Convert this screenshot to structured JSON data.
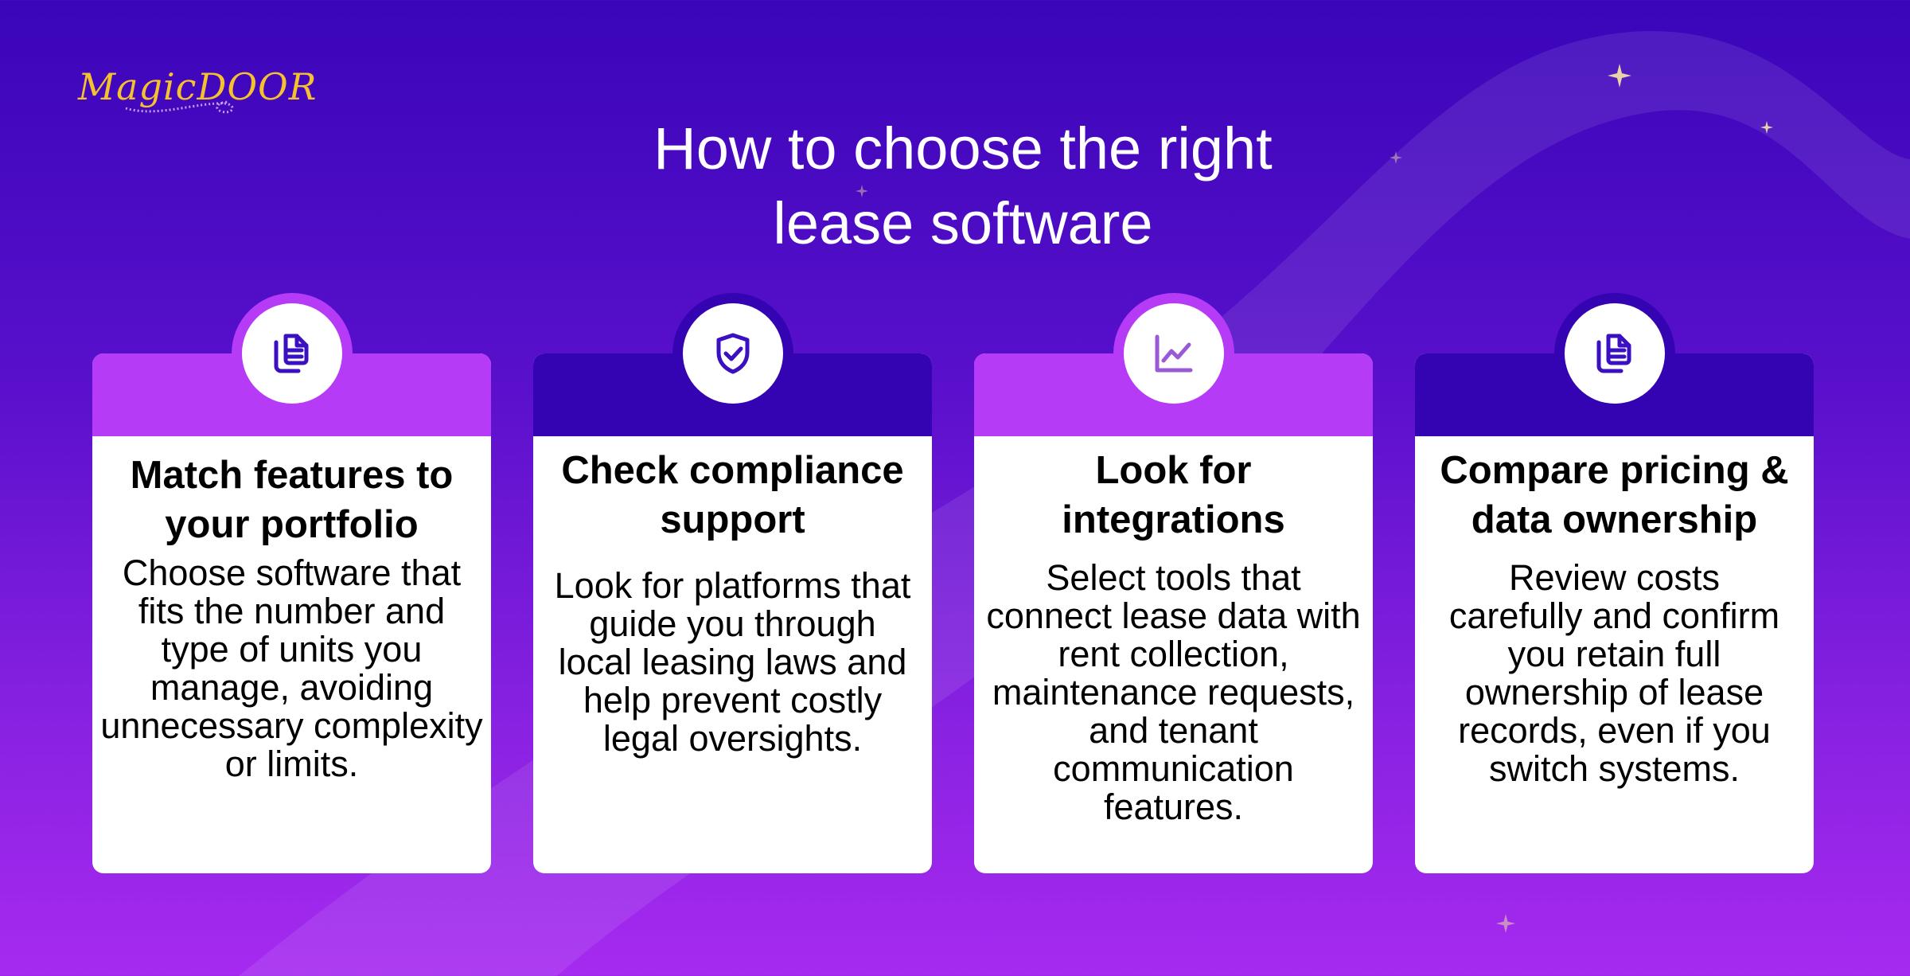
{
  "brand": {
    "logo_text": "MagicDoor"
  },
  "title": {
    "line1": "How to choose the right",
    "line2": "lease software"
  },
  "colors": {
    "header_light": "#b53bf7",
    "header_dark": "#3404b3",
    "icon": "#3a10c0"
  },
  "cards": [
    {
      "icon": "document-copy-icon",
      "title": "Match features to your portfolio",
      "body": "Choose software that fits the number and type of units you manage, avoiding unnecessary complexity or limits."
    },
    {
      "icon": "shield-check-icon",
      "title": "Check compliance support",
      "body": "Look for platforms that guide you through local leasing laws and help prevent costly legal oversights."
    },
    {
      "icon": "chart-line-icon",
      "title": "Look for integrations",
      "body": "Select tools that connect lease data with rent collection, maintenance requests, and tenant communication features."
    },
    {
      "icon": "document-copy-icon",
      "title": "Compare pricing & data ownership",
      "body": "Review costs carefully and confirm you retain full ownership of lease records, even if you switch systems."
    }
  ]
}
